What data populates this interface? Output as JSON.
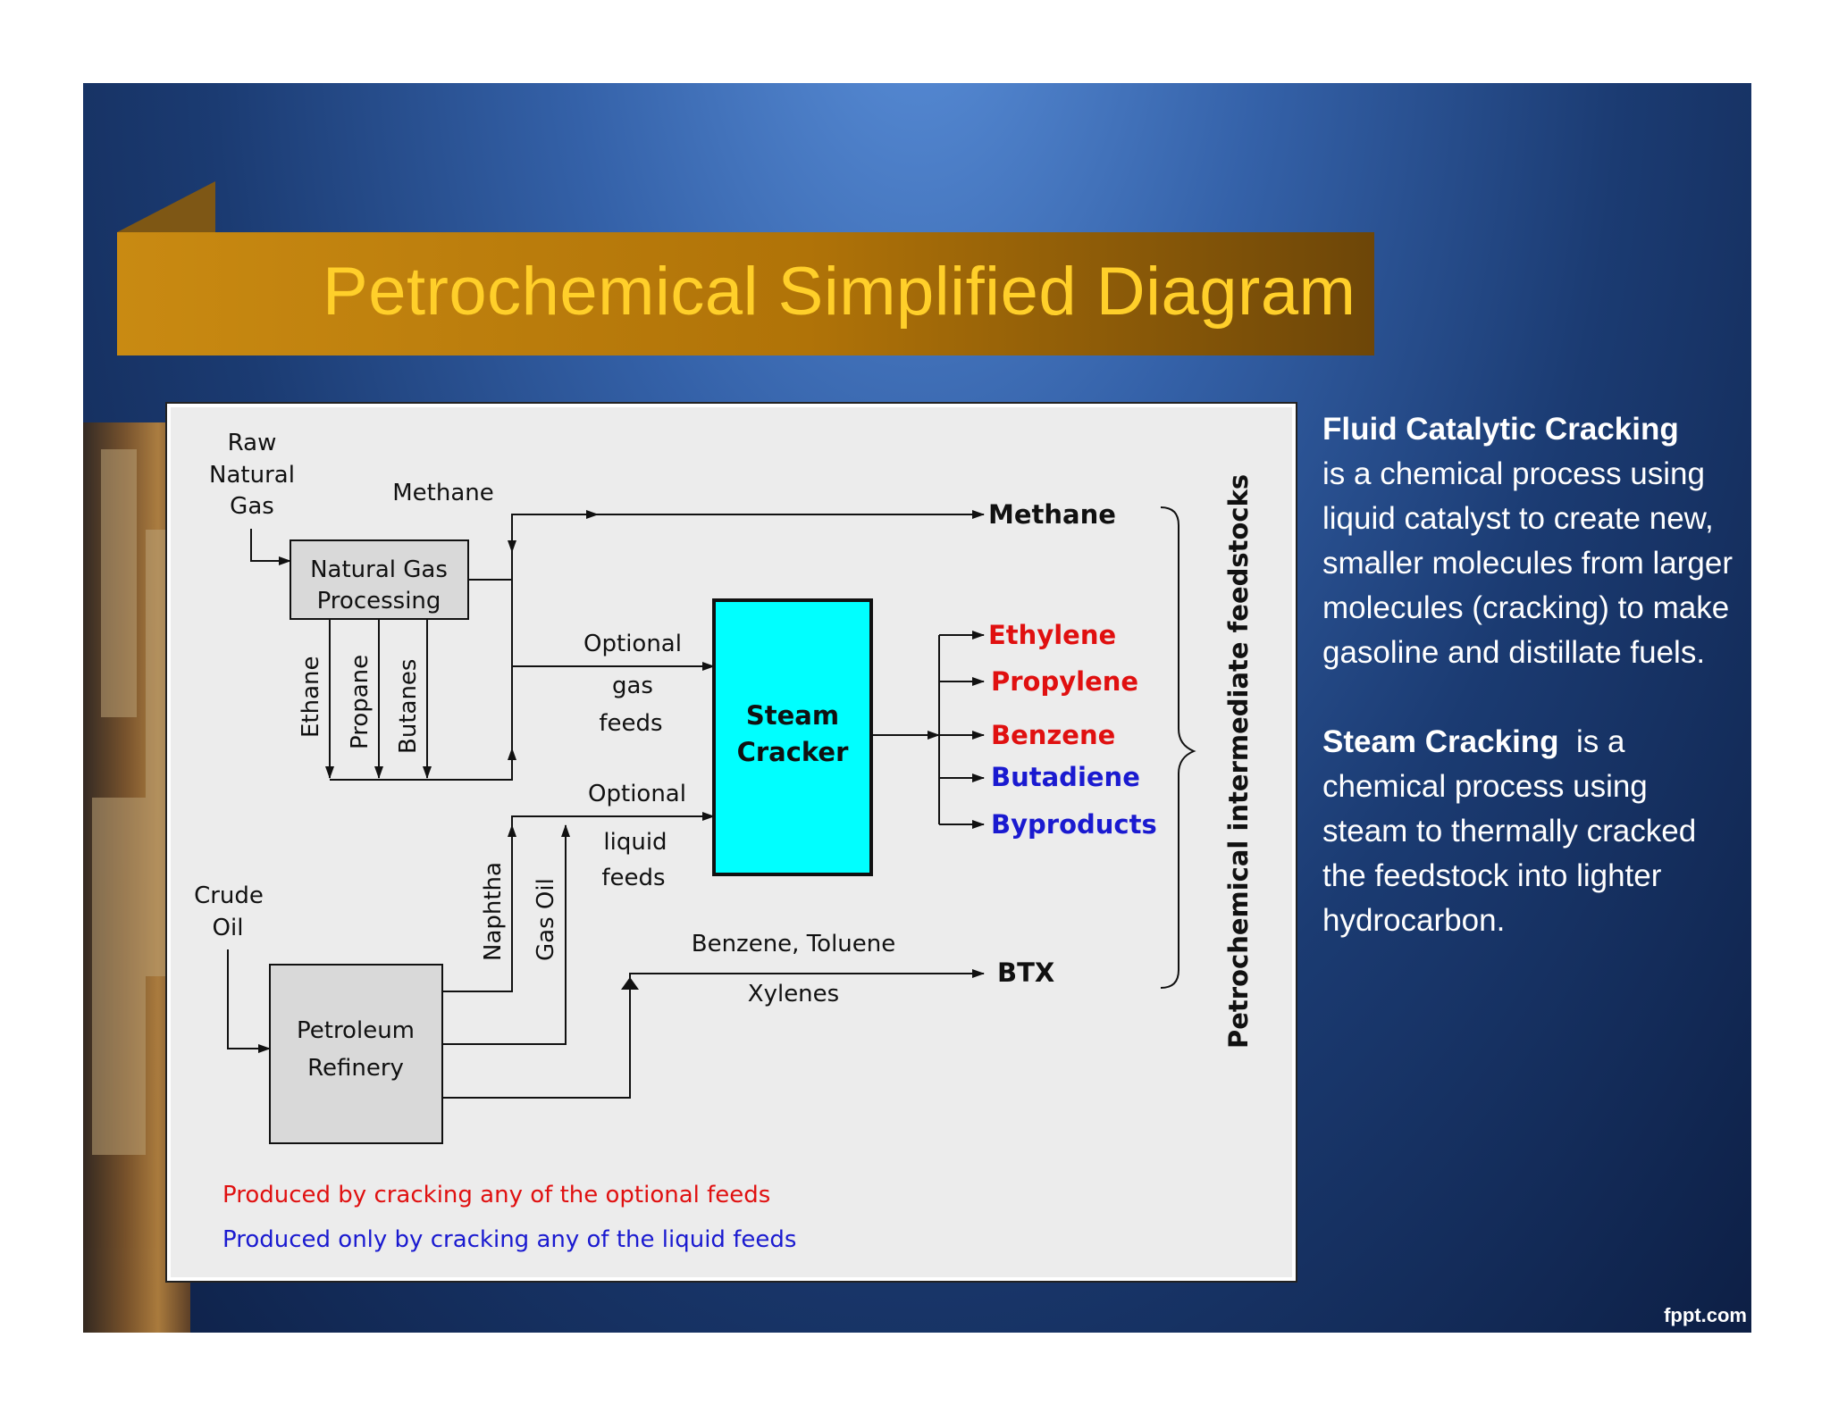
{
  "slide": {
    "title": "Petrochemical Simplified Diagram",
    "footer_brand": "fppt.com"
  },
  "side_text": {
    "fcc_heading": "Fluid Catalytic Cracking",
    "fcc_body": "is a chemical process using liquid catalyst to create new, smaller molecules from larger molecules (cracking) to make gasoline and distillate fuels.",
    "steam_heading": "Steam Cracking",
    "steam_body": "is a chemical process using steam to thermally cracked the feedstock into lighter hydrocarbon."
  },
  "diagram": {
    "raw_gas": [
      "Raw",
      "Natural",
      "Gas"
    ],
    "methane_label": "Methane",
    "ngp_box": [
      "Natural Gas",
      "Processing"
    ],
    "gas_products": [
      "Ethane",
      "Propane",
      "Butanes"
    ],
    "optional_gas": [
      "Optional",
      "gas",
      "feeds"
    ],
    "steam_cracker": [
      "Steam",
      "Cracker"
    ],
    "optional_liquid": [
      "Optional",
      "liquid",
      "feeds"
    ],
    "crude_oil": [
      "Crude",
      "Oil"
    ],
    "refinery_box": [
      "Petroleum",
      "Refinery"
    ],
    "liquid_products": [
      "Naphtha",
      "Gas Oil"
    ],
    "btx_label": [
      "Benzene, Toluene",
      "Xylenes"
    ],
    "outputs": {
      "methane": "Methane",
      "ethylene": "Ethylene",
      "propylene": "Propylene",
      "benzene": "Benzene",
      "butadiene": "Butadiene",
      "byproducts": "Byproducts",
      "btx": "BTX"
    },
    "side_label": "Petrochemical intermediate feedstocks",
    "legend_red": "Produced by cracking any of the optional feeds",
    "legend_blue": "Produced only by cracking any of the liquid feeds",
    "colors": {
      "red": "#e01010",
      "blue": "#1a1ad0",
      "cracker": "#00ffff",
      "box": "#d9d9d9"
    }
  }
}
